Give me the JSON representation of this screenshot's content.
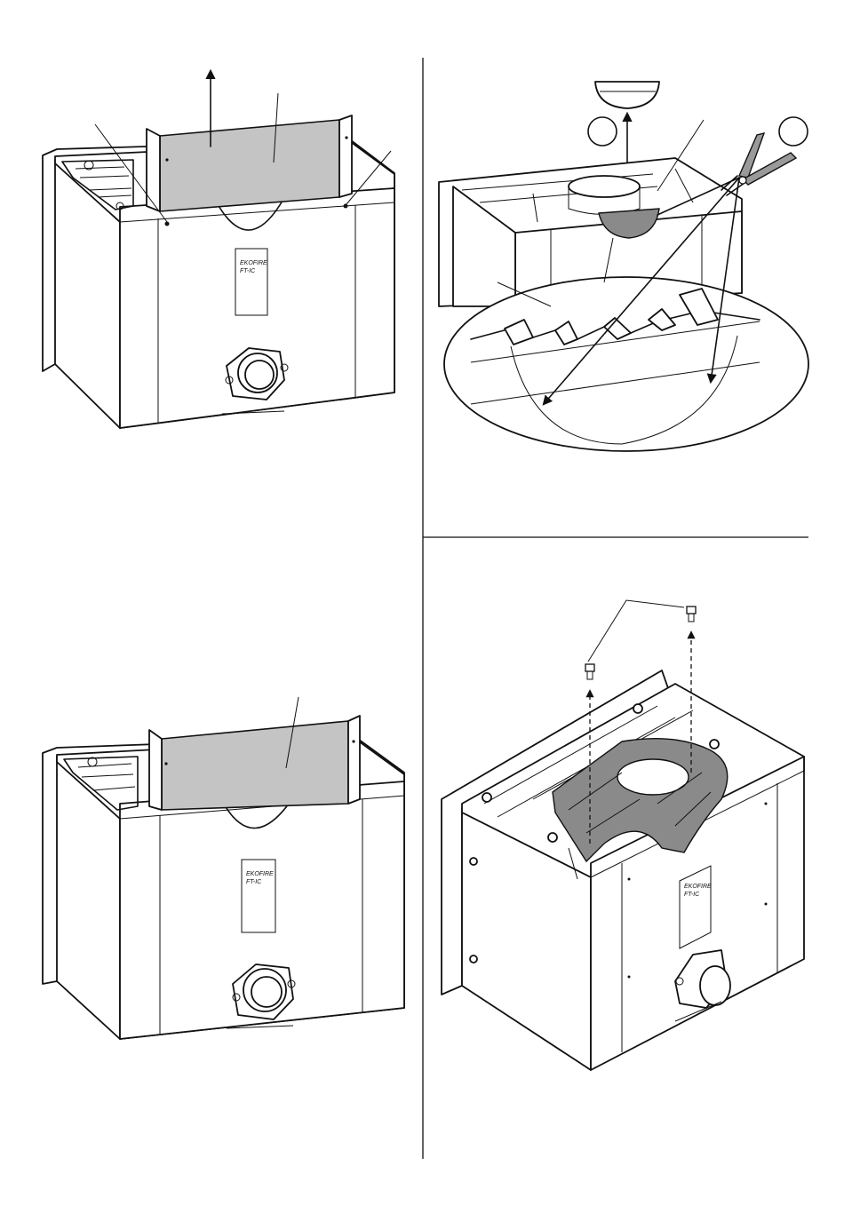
{
  "figures": [
    {
      "id": "fig-1",
      "position": "top-left",
      "label_text": "EKOFIRE\nFT-IC"
    },
    {
      "id": "fig-2",
      "position": "top-right",
      "callouts": [
        "",
        ""
      ]
    },
    {
      "id": "fig-3",
      "position": "bottom-left",
      "label_text": "EKOFIRE\nFT-IC"
    },
    {
      "id": "fig-4",
      "position": "bottom-right",
      "label_text": "EKOFIRE\nFT-IC"
    }
  ],
  "colors": {
    "line": "#111111",
    "highlight_panel": "#c4c4c4",
    "highlight_part": "#8a8a8a",
    "background": "#ffffff"
  }
}
